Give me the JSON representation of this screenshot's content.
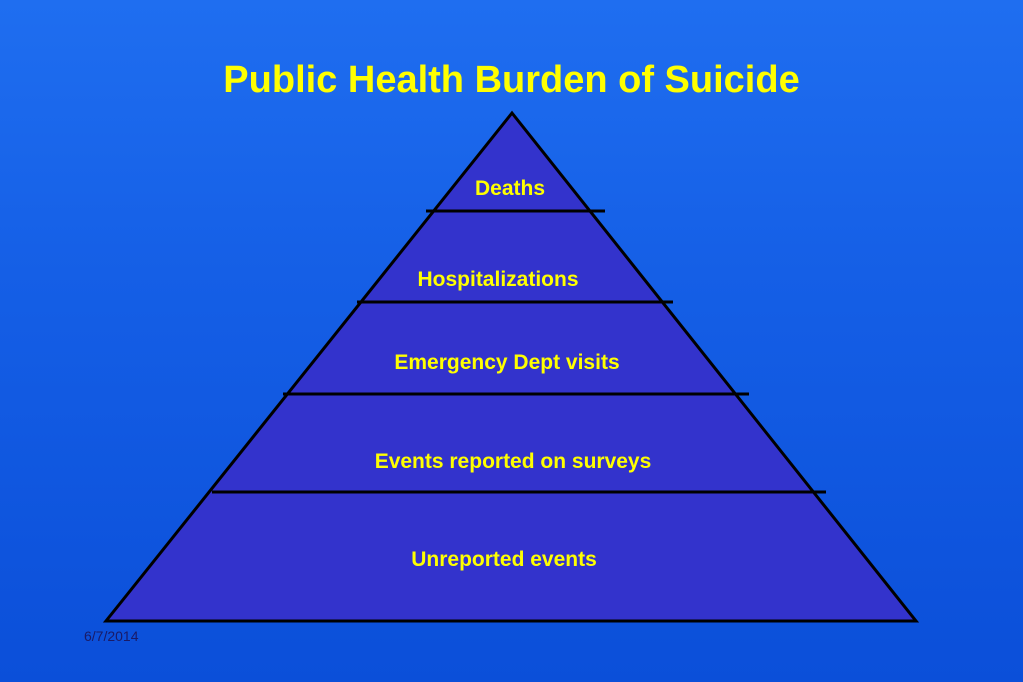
{
  "slide": {
    "title": "Public Health Burden of Suicide",
    "date": "6/7/2014"
  },
  "pyramid": {
    "tiers": [
      {
        "label": "Deaths"
      },
      {
        "label": "Hospitalizations"
      },
      {
        "label": "Emergency Dept visits"
      },
      {
        "label": "Events reported on surveys"
      },
      {
        "label": "Unreported events"
      }
    ]
  },
  "colors": {
    "background": "#155fe6",
    "pyramid_fill": "#3333cc",
    "outline": "#000000",
    "title_text": "#ffff00",
    "label_text": "#ffff00",
    "date_text": "#1a1a66"
  }
}
